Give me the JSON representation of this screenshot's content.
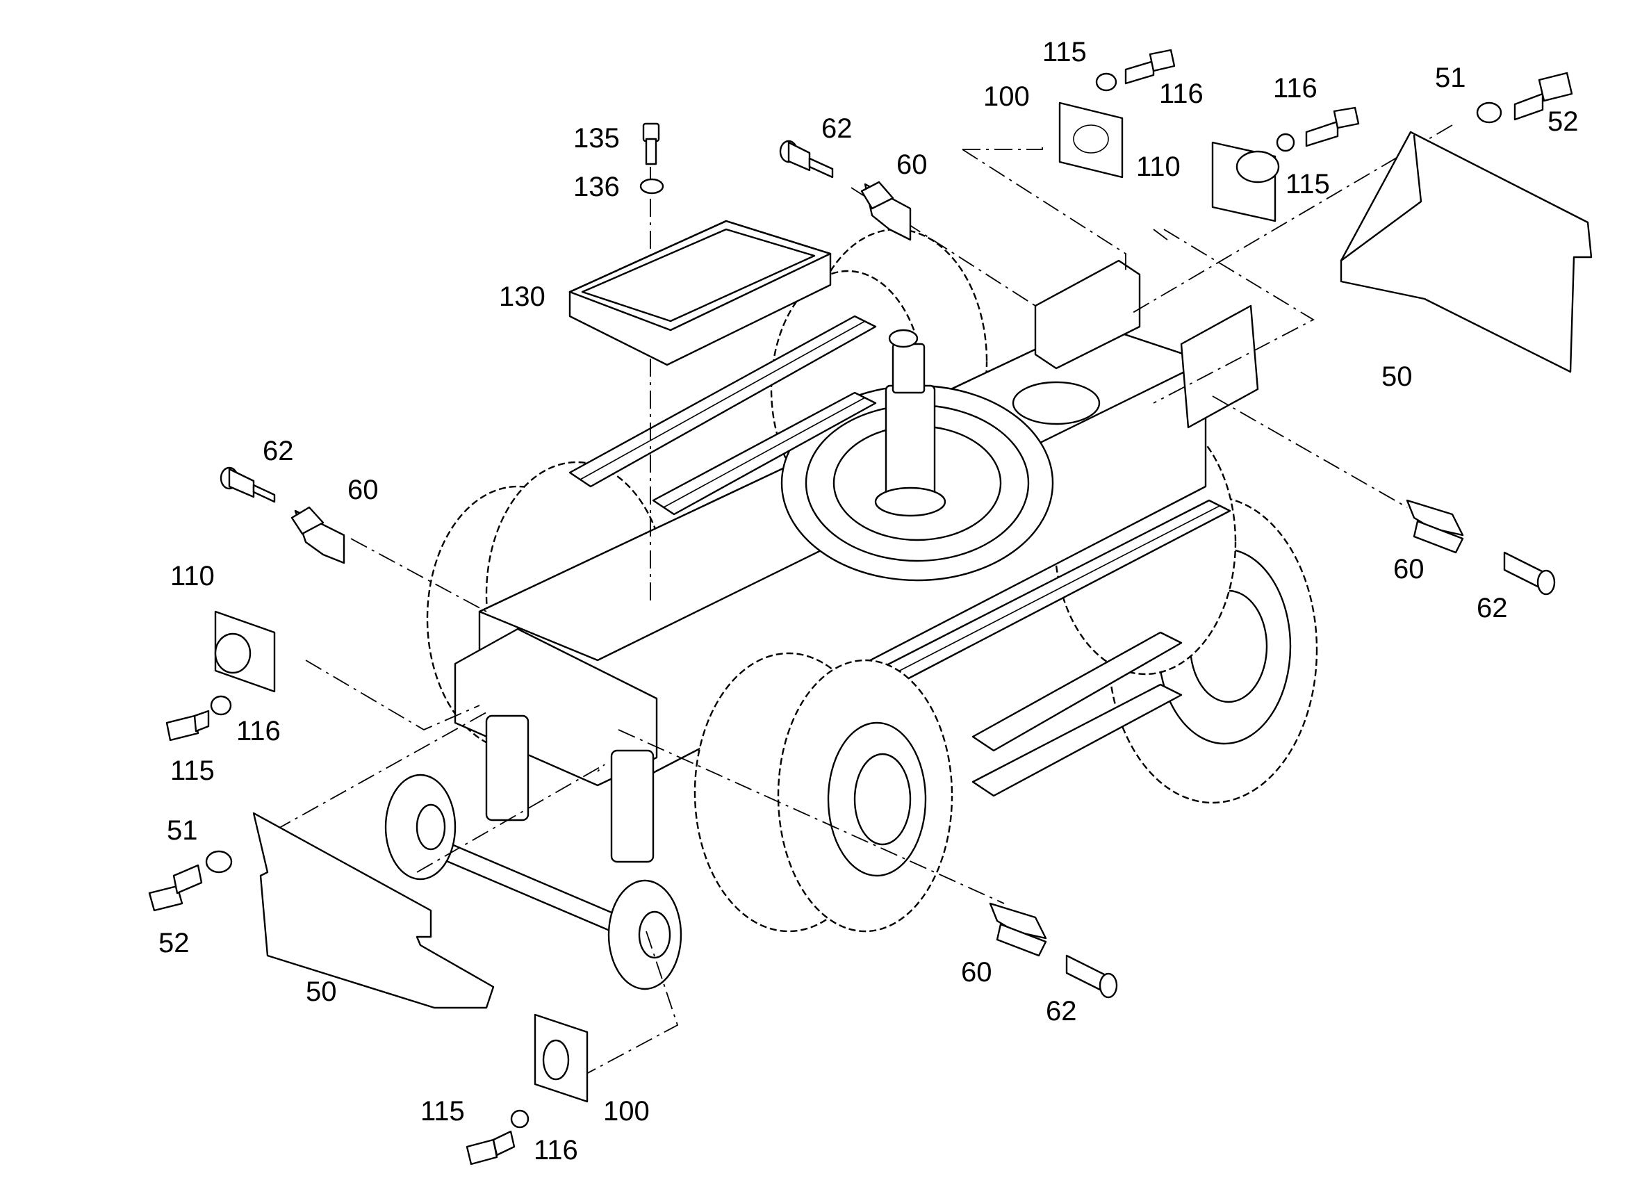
{
  "diagram": {
    "labels": {
      "l135": "135",
      "l136": "136",
      "l130": "130",
      "l62a": "62",
      "l60a": "60",
      "l115a": "115",
      "l116a": "116",
      "l100a": "100",
      "l116b": "116",
      "l110a": "110",
      "l115b": "115",
      "l51a": "51",
      "l52a": "52",
      "l50a": "50",
      "l62b": "62",
      "l60b": "60",
      "l60c": "60",
      "l62c": "62",
      "l110b": "110",
      "l116c": "116",
      "l115c": "115",
      "l51b": "51",
      "l52b": "52",
      "l50b": "50",
      "l60d": "60",
      "l62d": "62",
      "l115d": "115",
      "l116d": "116",
      "l100b": "100"
    }
  }
}
